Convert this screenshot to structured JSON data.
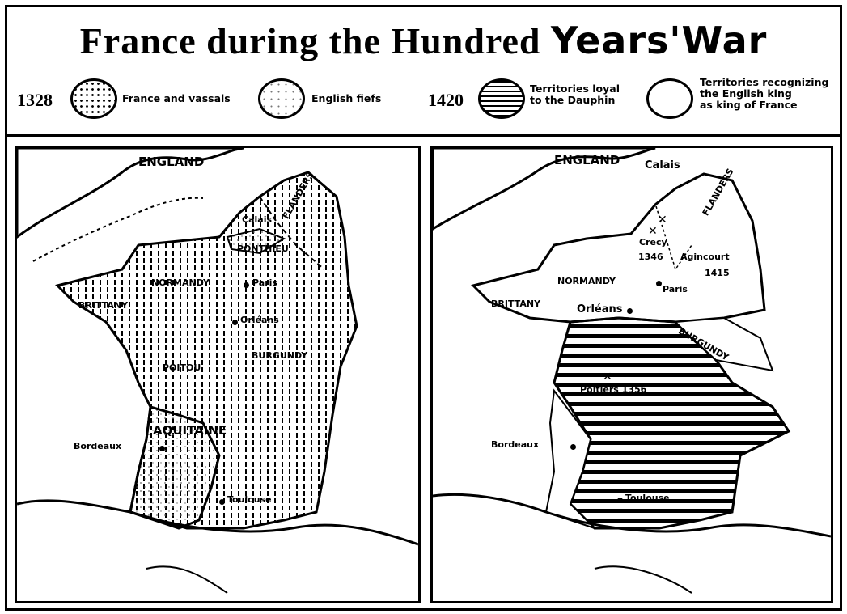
{
  "title": {
    "main": "France during the Hundred",
    "emphasis": "Years'War"
  },
  "legend": {
    "set1": {
      "year": "1328",
      "items": [
        {
          "icon": "dotted-circle-icon",
          "label": "France and vassals"
        },
        {
          "icon": "speckled-circle-icon",
          "label": "English fiefs"
        }
      ]
    },
    "set2": {
      "year": "1420",
      "items": [
        {
          "icon": "striped-circle-icon",
          "label_line1": "Territories loyal",
          "label_line2": "to the Dauphin"
        },
        {
          "icon": "blank-circle-icon",
          "label_line1": "Territories recognizing",
          "label_line2": "the English king",
          "label_line3": "as king of France"
        }
      ]
    }
  },
  "map1328": {
    "england": "ENGLAND",
    "flanders": "FLANDERS",
    "calais": "Calais",
    "ponthieu": "PONTHIEU",
    "normandy": "NORMANDY",
    "paris": "Paris",
    "brittany": "BRITTANY",
    "orleans": "Orléans",
    "poitou": "POITOU",
    "burgundy": "BURGUNDY",
    "aquitaine": "AQUITAINE",
    "bordeaux": "Bordeaux",
    "toulouse": "Toulouse"
  },
  "map1420": {
    "england": "ENGLAND",
    "calais": "Calais",
    "flanders": "FLANDERS",
    "crecy": "Crecy",
    "crecy_year": "1346",
    "agincourt": "Agincourt",
    "agincourt_year": "1415",
    "normandy": "NORMANDY",
    "paris": "Paris",
    "brittany": "BRITTANY",
    "orleans": "Orléans",
    "burgundy": "BURGUNDY",
    "poitiers": "Poitiers 1356",
    "bordeaux": "Bordeaux",
    "toulouse": "Toulouse"
  },
  "colors": {
    "ink": "#000000",
    "paper": "#ffffff"
  }
}
